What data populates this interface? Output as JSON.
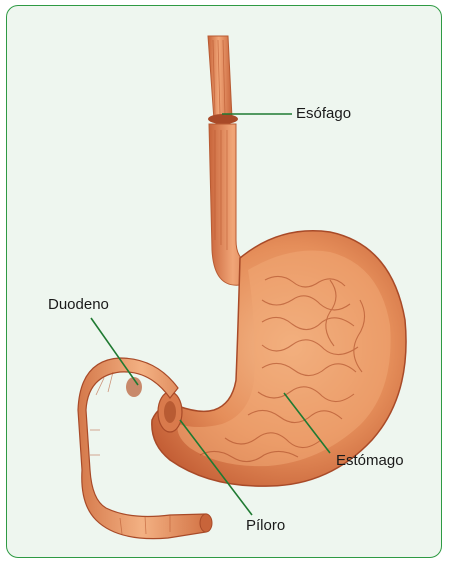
{
  "labels": {
    "esofago": "Esófago",
    "duodeno": "Duodeno",
    "estomago": "Estómago",
    "piloro": "Píloro"
  },
  "colors": {
    "border": "#2e9a43",
    "leader_line": "#1f7a32",
    "tissue": "#e8935e",
    "tissue_dark": "#c8643a",
    "tissue_light": "#f4b98a"
  }
}
